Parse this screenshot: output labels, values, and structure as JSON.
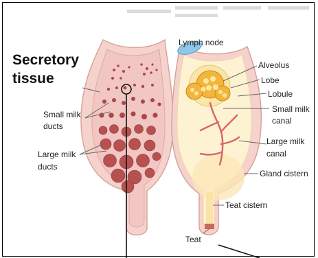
{
  "labels": {
    "secretory": "Secretory",
    "tissue": "tissue",
    "small_milk_ducts_1": "Small milk",
    "small_milk_ducts_2": "ducts",
    "large_milk_ducts_1": "Large milk",
    "large_milk_ducts_2": "ducts",
    "lymph_node": "Lymph node",
    "alveolus": "Alveolus",
    "lobe": "Lobe",
    "lobule": "Lobule",
    "small_milk_canal_1": "Small milk",
    "small_milk_canal_2": "canal",
    "large_milk_canal_1": "Large milk",
    "large_milk_canal_2": "canal",
    "gland_cistern": "Gland cistern",
    "teat_cistern": "Teat cistern",
    "teat": "Teat"
  },
  "colors": {
    "skin": "#f6d2cc",
    "skin_outline": "#d9a39a",
    "tissue_pink": "#f2c6c2",
    "duct_red": "#a8484a",
    "milk": "#fdf3d2",
    "alveoli": "#f3b53a",
    "lymph": "#8fc6ea"
  }
}
